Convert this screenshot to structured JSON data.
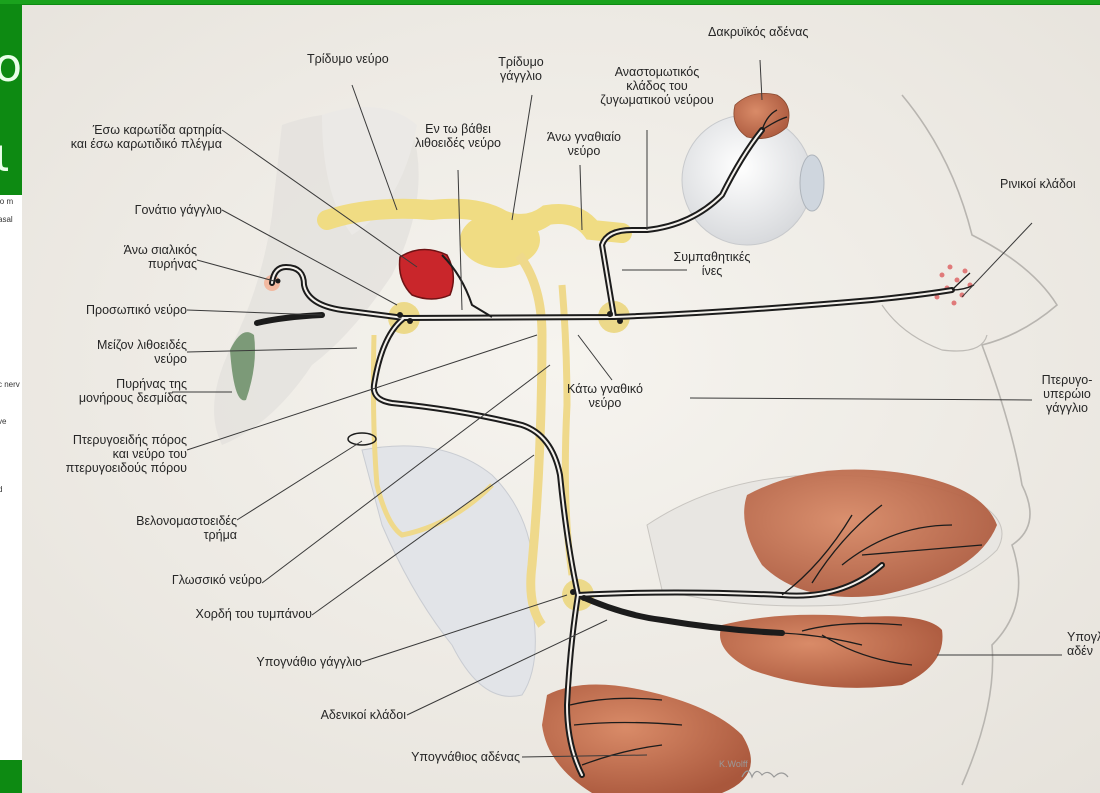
{
  "slide": {
    "edge_glyph_1": "ο",
    "edge_glyph_2": "ι",
    "under_slide_fragments": [
      "asal",
      "c nerv",
      "ve",
      "d",
      "lo m"
    ]
  },
  "colors": {
    "slide_green": "#0d8a12",
    "paper": "#f4f1ec",
    "nerve_yellow": "#f2df8a",
    "nerve_black": "#1c1c1c",
    "gland": "#c77455",
    "artery_red": "#c9262b"
  },
  "labels": {
    "trigeminal_nerve": "Τρίδυμο νεύρο",
    "trigeminal_ganglion_1": "Τρίδυμο",
    "trigeminal_ganglion_2": "γάγγλιο",
    "lacrimal_gland": "Δακρυϊκός αδένας",
    "anastomotic_1": "Αναστομωτικός",
    "anastomotic_2": "κλάδος του",
    "anastomotic_3": "ζυγωματικού νεύρου",
    "internal_carotid_1": "Έσω καρωτίδα αρτηρία",
    "internal_carotid_2": "και έσω καρωτιδικό πλέγμα",
    "deep_petrosal_1": "Εν τω βάθει",
    "deep_petrosal_2": "λιθοειδές νεύρο",
    "maxillary_1": "Άνω γναθιαίο",
    "maxillary_2": "νεύρο",
    "nasal_branches": "Ρινικοί κλάδοι",
    "geniculate": "Γονάτιο γάγγλιο",
    "salivary_nucleus_1": "Άνω σιαλικός",
    "salivary_nucleus_2": "πυρήνας",
    "sympathetic_1": "Συμπαθητικές",
    "sympathetic_2": "ίνες",
    "facial_nerve": "Προσωπικό νεύρο",
    "greater_petrosal_1": "Μείζον λιθοειδές",
    "greater_petrosal_2": "νεύρο",
    "solitary_1": "Πυρήνας της",
    "solitary_2": "μονήρους δεσμίδας",
    "mandibular_1": "Κάτω γναθικό",
    "mandibular_2": "νεύρο",
    "pterygopalatine_1": "Πτερυγο-",
    "pterygopalatine_2": "υπερώιο",
    "pterygopalatine_3": "γάγγλιο",
    "pterygoid_canal_1": "Πτερυγοειδής πόρος",
    "pterygoid_canal_2": "και νεύρο του",
    "pterygoid_canal_3": "πτερυγοειδούς πόρου",
    "stylomastoid_1": "Βελονομαστοειδές",
    "stylomastoid_2": "τρήμα",
    "lingual_nerve": "Γλωσσικό νεύρο",
    "chorda_tympani": "Χορδή του τυμπάνου",
    "submandibular_ganglion": "Υπογνάθιο γάγγλιο",
    "sublingual_1": "Υπογλ",
    "sublingual_2": "αδέν",
    "glandular_branches": "Αδενικοί κλάδοι",
    "submandibular_gland": "Υπογνάθιος αδένας",
    "signature": "K.Wolff"
  }
}
